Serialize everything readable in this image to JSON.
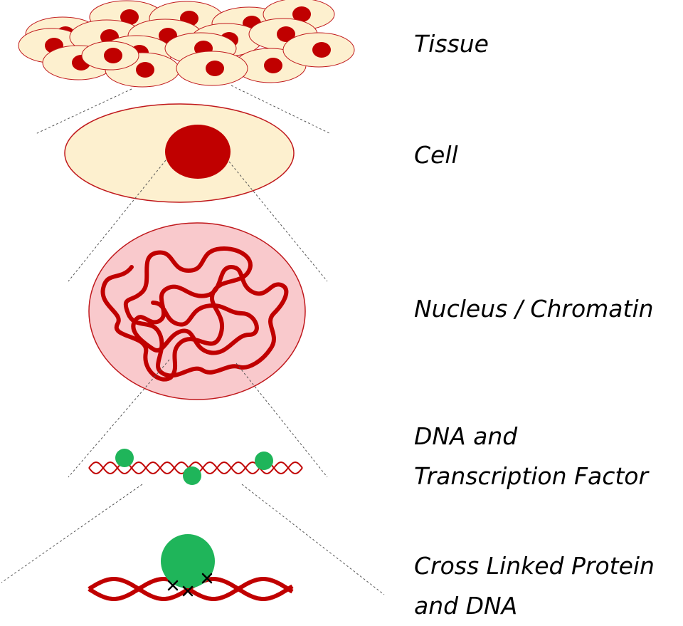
{
  "labels": {
    "tissue": "Tissue",
    "cell": "Cell",
    "nucleus": "Nucleus / Chromatin",
    "dna_tf_line1": "DNA and",
    "dna_tf_line2": "Transcription Factor",
    "crosslink_line1": "Cross Linked Protein",
    "crosslink_line2": "and DNA"
  },
  "colors": {
    "cytoplasm": "#fdf0cf",
    "cell_outline": "#c0181c",
    "nucleus": "#c00000",
    "nucleus_fill": "#f9c9cc",
    "chromatin": "#c00000",
    "dna": "#c00000",
    "protein": "#1fb55a",
    "crosslink": "#000000",
    "guide": "#555555"
  },
  "icons": [
    "tissue-icon",
    "cell-icon",
    "nucleus-icon",
    "dna-strand-icon",
    "transcription-factor-icon",
    "crosslink-icon"
  ]
}
